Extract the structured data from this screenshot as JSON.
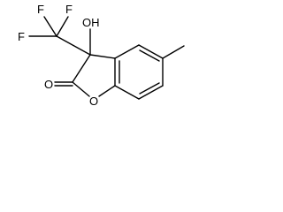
{
  "molecule": {
    "atoms": {
      "f_top_left": "F",
      "f_top_right": "F",
      "f_left": "F",
      "o_hydroxyl": "OH",
      "o_carbonyl": "O",
      "o_ring": "O"
    },
    "colors": {
      "bond": "#000000",
      "label": "#000000"
    }
  }
}
